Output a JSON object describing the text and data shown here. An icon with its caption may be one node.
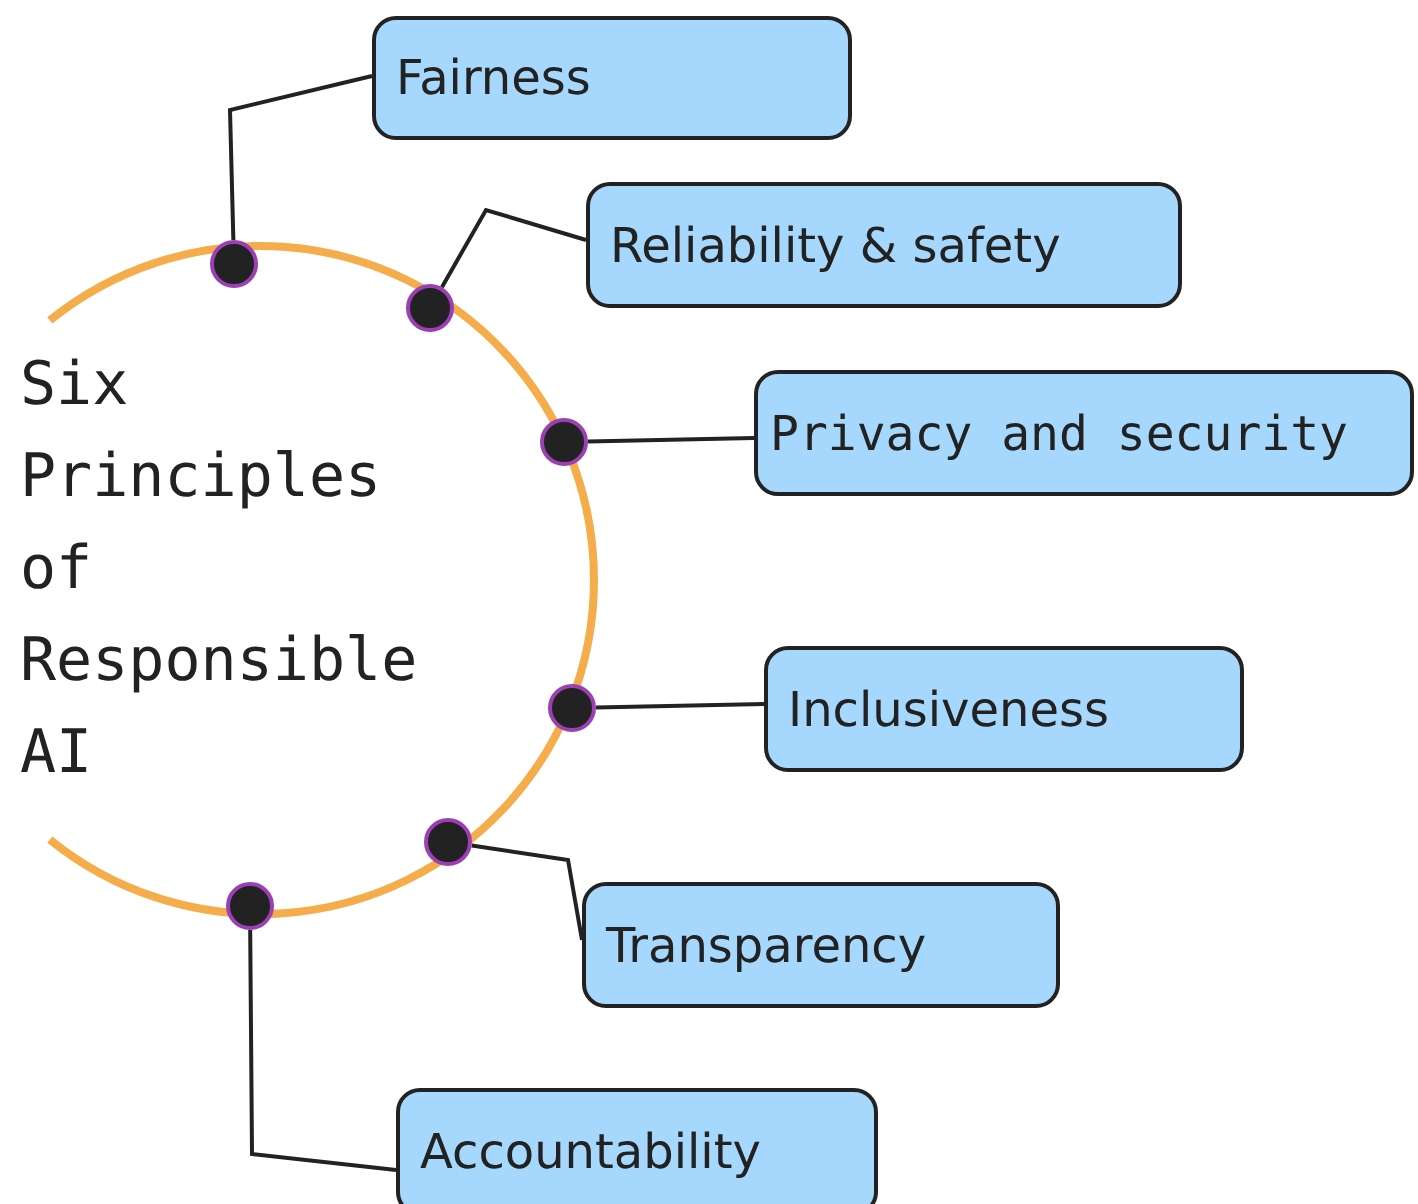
{
  "diagram": {
    "nodes": [
      {
        "text": [
          "Fairness"
        ]
      },
      {
        "text": [
          "Reliability & safety"
        ]
      },
      {
        "text": [
          "Privacy and security"
        ]
      },
      {
        "text": [
          "Inclusiveness"
        ]
      },
      {
        "text": [
          "Transparency"
        ]
      },
      {
        "text": [
          "Accountability"
        ]
      },
      {
        "text": [],
        "shape": "circle"
      },
      {
        "text": [],
        "shape": "circle"
      },
      {
        "text": [],
        "shape": "circle"
      },
      {
        "text": [],
        "shape": "circle"
      },
      {
        "text": [],
        "shape": "circle"
      },
      {
        "text": [],
        "shape": "circle"
      }
    ],
    "edges": [
      {
        "from": 6,
        "to": 0,
        "arrow": "none"
      },
      {
        "from": 7,
        "to": 1,
        "arrow": "none"
      },
      {
        "from": 8,
        "to": 2,
        "arrow": "none"
      },
      {
        "from": 9,
        "to": 3,
        "arrow": "none"
      },
      {
        "from": 10,
        "to": 4,
        "arrow": "none"
      },
      {
        "from": 11,
        "to": 5,
        "arrow": "none"
      }
    ],
    "title": "Six Principles of Responsible AI"
  }
}
